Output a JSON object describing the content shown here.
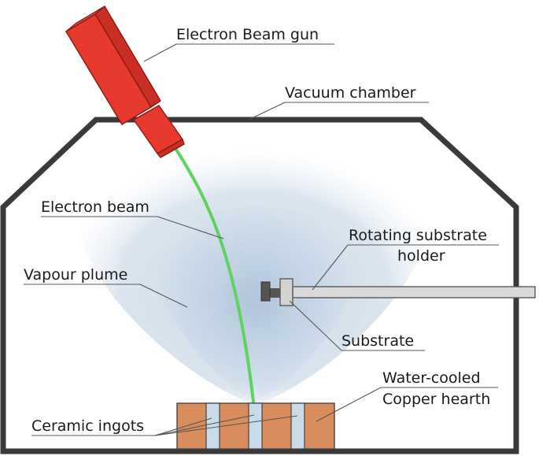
{
  "labels": {
    "gun": "Electron Beam gun",
    "chamber": "Vacuum chamber",
    "beam": "Electron beam",
    "holder_line1": "Rotating substrate",
    "holder_line2": "holder",
    "plume": "Vapour plume",
    "substrate": "Substrate",
    "hearth_line1": "Water-cooled",
    "hearth_line2": "Copper hearth",
    "ingots": "Ceramic ingots"
  },
  "colors": {
    "chamber_wall": "#3a3a3a",
    "gun_body": "#e8392e",
    "gun_outline": "#8a1a12",
    "beam": "#5fd35f",
    "plume_outer": "#e3ebf3",
    "plume_inner": "#c6d6e6",
    "ingot": "#d98c5c",
    "ingot_gap": "#c9dbe8",
    "rod": "#d9d9d9",
    "holder_dark": "#555555"
  }
}
